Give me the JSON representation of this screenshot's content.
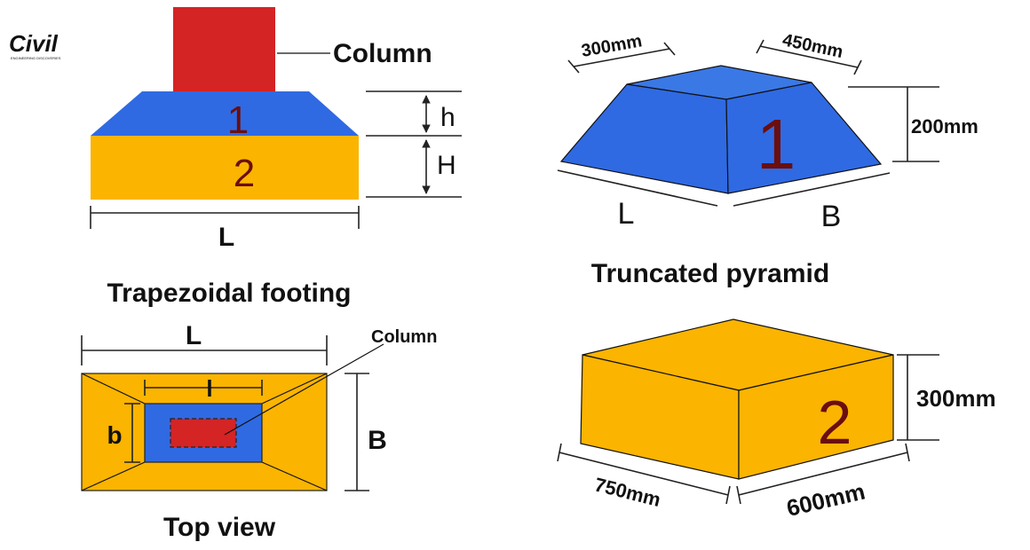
{
  "logo": {
    "text": "Civil",
    "subtext": "ENGINEERING DISCOVERIES"
  },
  "front_view": {
    "column_label": "Column",
    "part1_number": "1",
    "part2_number": "2",
    "h_label": "h",
    "H_label": "H",
    "L_label": "L",
    "caption": "Trapezoidal footing"
  },
  "top_view": {
    "L_label": "L",
    "l_label": "l",
    "b_label": "b",
    "B_label": "B",
    "column_label": "Column",
    "caption": "Top view"
  },
  "pyramid": {
    "top_length": "300mm",
    "top_width": "450mm",
    "height": "200mm",
    "number": "1",
    "L_label": "L",
    "B_label": "B",
    "caption": "Truncated pyramid"
  },
  "box": {
    "height": "300mm",
    "number": "2",
    "length": "750mm",
    "width": "600mm"
  },
  "colors": {
    "column": "#d42424",
    "blue": "#2f6ae3",
    "orange": "#fbb400",
    "number": "#6b0e0e"
  }
}
